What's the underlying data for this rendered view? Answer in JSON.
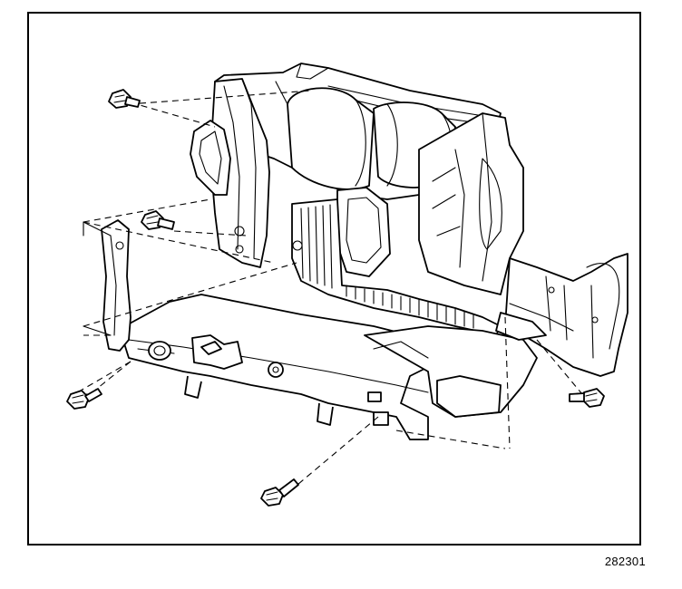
{
  "figure": {
    "number": "282301"
  },
  "parts": [
    {
      "name": "bracket-upper-left-bolt",
      "kind": "fastener"
    },
    {
      "name": "left-side-bolt",
      "kind": "fastener"
    },
    {
      "name": "lower-left-bolt",
      "kind": "fastener"
    },
    {
      "name": "lower-center-bolt",
      "kind": "fastener"
    },
    {
      "name": "right-side-bolt",
      "kind": "fastener"
    },
    {
      "name": "hvac-module-housing",
      "kind": "assembly"
    },
    {
      "name": "support-bracket",
      "kind": "bracket"
    }
  ]
}
